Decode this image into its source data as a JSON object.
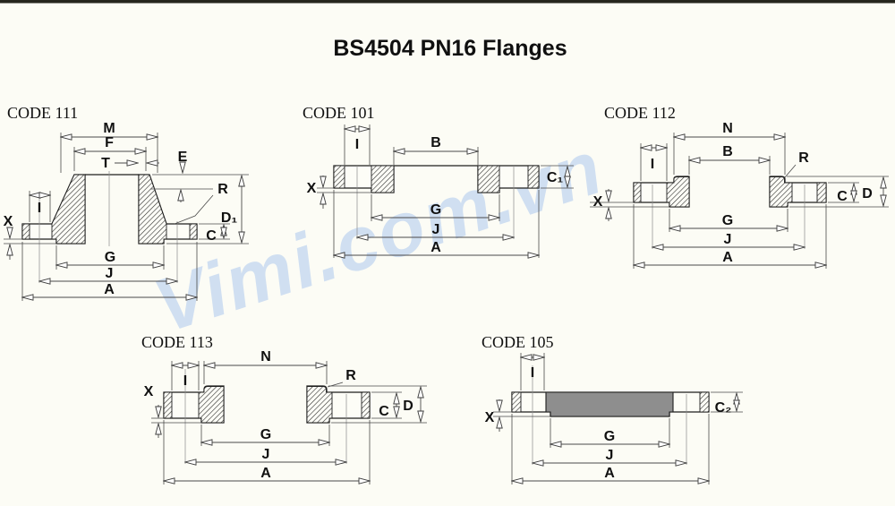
{
  "page": {
    "title": "BS4504 PN16 Flanges",
    "background": "#fcfcf5",
    "top_rule_color": "#26261e"
  },
  "watermark": {
    "text": "Vimi.com.vn",
    "color": "#c6d9f1"
  },
  "diagrams": [
    {
      "code": "CODE 111",
      "labels": {
        "M": "M",
        "F": "F",
        "T": "T",
        "E": "E",
        "R": "R",
        "D1": "D₁",
        "I": "I",
        "X": "X",
        "C": "C",
        "G": "G",
        "J": "J",
        "A": "A"
      }
    },
    {
      "code": "CODE 101",
      "labels": {
        "I": "I",
        "B": "B",
        "X": "X",
        "C1": "C₁",
        "G": "G",
        "J": "J",
        "A": "A"
      }
    },
    {
      "code": "CODE 112",
      "labels": {
        "N": "N",
        "B": "B",
        "R": "R",
        "I": "I",
        "X": "X",
        "C": "C",
        "D": "D",
        "G": "G",
        "J": "J",
        "A": "A"
      }
    },
    {
      "code": "CODE 113",
      "labels": {
        "N": "N",
        "R": "R",
        "I": "I",
        "X": "X",
        "C": "C",
        "D": "D",
        "G": "G",
        "J": "J",
        "A": "A"
      }
    },
    {
      "code": "CODE 105",
      "labels": {
        "I": "I",
        "X": "X",
        "C2": "C₂",
        "G": "G",
        "J": "J",
        "A": "A"
      }
    }
  ]
}
